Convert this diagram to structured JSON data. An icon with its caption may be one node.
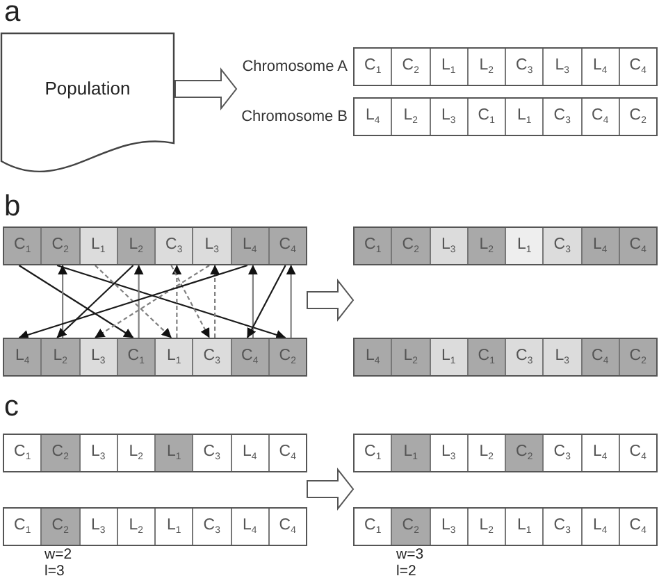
{
  "diagram": {
    "nodes": [
      {
        "text": [
          "Population"
        ]
      },
      {
        "text": [
          "Chromosome A"
        ]
      },
      {
        "text": [
          "C$_{1}$"
        ],
        "in": 1
      },
      {
        "text": [
          "C$_{2}$"
        ],
        "in": 1
      },
      {
        "text": [
          "L$_{1}$"
        ],
        "in": 1
      },
      {
        "text": [
          "L$_{2}$"
        ],
        "in": 1
      },
      {
        "text": [
          "C$_{3}$"
        ],
        "in": 1
      },
      {
        "text": [
          "L$_{3}$"
        ],
        "in": 1
      },
      {
        "text": [
          "L$_{4}$"
        ],
        "in": 1
      },
      {
        "text": [
          "C$_{4}$"
        ],
        "in": 1
      },
      {
        "text": [
          "Chromosome B"
        ]
      },
      {
        "text": [
          "L$_{4}$"
        ],
        "in": 10
      },
      {
        "text": [
          "L$_{2}$"
        ],
        "in": 10
      },
      {
        "text": [
          "L$_{3}$"
        ],
        "in": 10
      },
      {
        "text": [
          "C$_{1}$"
        ],
        "in": 10
      },
      {
        "text": [
          "L$_{1}$"
        ],
        "in": 10
      },
      {
        "text": [
          "C$_{3}$"
        ],
        "in": 10
      },
      {
        "text": [
          "C$_{4}$"
        ],
        "in": 10
      },
      {
        "text": [
          "C$_{2}$"
        ],
        "in": 10
      },
      {
        "text": [],
        "shape": "bar"
      },
      {
        "text": [
          "C$_{1}$"
        ],
        "in": 19
      },
      {
        "text": [
          "C$_{2}$"
        ],
        "in": 19
      },
      {
        "text": [
          "L$_{1}$"
        ],
        "in": 19
      },
      {
        "text": [
          "L$_{2}$"
        ],
        "in": 19
      },
      {
        "text": [
          "C$_{3}$"
        ],
        "in": 19
      },
      {
        "text": [
          "L$_{3}$"
        ],
        "in": 19
      },
      {
        "text": [
          "L$_{4}$"
        ],
        "in": 19
      },
      {
        "text": [
          "C$_{4}$"
        ],
        "in": 19
      },
      {
        "text": [],
        "shape": "bar"
      },
      {
        "text": [
          "C$_{1}$"
        ],
        "in": 28
      },
      {
        "text": [
          "C$_{2}$"
        ],
        "in": 28
      },
      {
        "text": [
          "L$_{3}$"
        ],
        "in": 28
      },
      {
        "text": [
          "L$_{2}$"
        ],
        "in": 28
      },
      {
        "text": [
          "L$_{1}$"
        ],
        "in": 28
      },
      {
        "text": [
          "C$_{3}$"
        ],
        "in": 28
      },
      {
        "text": [
          "L$_{4}$"
        ],
        "in": 28
      },
      {
        "text": [
          "C$_{4}$"
        ],
        "in": 28
      },
      {
        "text": [],
        "shape": "bar"
      },
      {
        "text": [
          "L$_{4}$"
        ],
        "in": 37
      },
      {
        "text": [
          "L$_{2}$"
        ],
        "in": 37
      },
      {
        "text": [
          "L$_{3}$"
        ],
        "in": 37
      },
      {
        "text": [
          "C$_{1}$"
        ],
        "in": 37
      },
      {
        "text": [
          "L$_{1}$"
        ],
        "in": 37
      },
      {
        "text": [
          "C$_{3}$"
        ],
        "in": 37
      },
      {
        "text": [
          "C$_{4}$"
        ],
        "in": 37
      },
      {
        "text": [
          "C$_{2}$"
        ],
        "in": 37
      },
      {
        "text": [],
        "shape": "bar"
      },
      {
        "text": [
          "L$_{4}$"
        ],
        "in": 46
      },
      {
        "text": [
          "L$_{2}$"
        ],
        "in": 46
      },
      {
        "text": [
          "L$_{1}$"
        ],
        "in": 46
      },
      {
        "text": [
          "C$_{1}$"
        ],
        "in": 46
      },
      {
        "text": [
          "C$_{3}$"
        ],
        "in": 46
      },
      {
        "text": [
          "L$_{3}$"
        ],
        "in": 46
      },
      {
        "text": [
          "C$_{4}$"
        ],
        "in": 46
      },
      {
        "text": [
          "C$_{2}$"
        ],
        "in": 46
      },
      {
        "text": [],
        "shape": "bar"
      },
      {
        "text": [
          "C$_{1}$"
        ],
        "in": 55
      },
      {
        "text": [
          "C$_{2}$"
        ],
        "in": 55
      },
      {
        "text": [
          "L$_{3}$"
        ],
        "in": 55
      },
      {
        "text": [
          "L$_{2}$"
        ],
        "in": 55
      },
      {
        "text": [
          "L$_{1}$"
        ],
        "in": 55
      },
      {
        "text": [
          "C$_{3}$"
        ],
        "in": 55
      },
      {
        "text": [
          "L$_{4}$"
        ],
        "in": 55
      },
      {
        "text": [
          "C$_{4}$"
        ],
        "in": 55
      },
      {
        "text": [],
        "shape": "bar"
      },
      {
        "text": [
          "C$_{1}$"
        ],
        "in": 64
      },
      {
        "text": [
          "L$_{1}$"
        ],
        "in": 64
      },
      {
        "text": [
          "L$_{3}$"
        ],
        "in": 64
      },
      {
        "text": [
          "L$_{2}$"
        ],
        "in": 64
      },
      {
        "text": [
          "C$_{2}$"
        ],
        "in": 64
      },
      {
        "text": [
          "C$_{3}$"
        ],
        "in": 64
      },
      {
        "text": [
          "L$_{4}$"
        ],
        "in": 64
      },
      {
        "text": [
          "C$_{4}$"
        ],
        "in": 64
      },
      {
        "text": [],
        "shape": "bar"
      },
      {
        "text": [
          "C$_{1}$"
        ],
        "in": 73
      },
      {
        "text": [
          "C$_{2}$"
        ],
        "in": 73
      },
      {
        "text": [
          "L$_{3}$"
        ],
        "in": 73
      },
      {
        "text": [
          "L$_{2}$"
        ],
        "in": 73
      },
      {
        "text": [
          "L$_{1}$"
        ],
        "in": 73
      },
      {
        "text": [
          "C$_{3}$"
        ],
        "in": 73
      },
      {
        "text": [
          "L$_{4}$"
        ],
        "in": 73
      },
      {
        "text": [
          "C$_{4}$"
        ],
        "in": 73
      },
      {
        "text": [],
        "shape": "bar"
      },
      {
        "text": [
          "C$_{1}$"
        ],
        "in": 82
      },
      {
        "text": [
          "C$_{2}$"
        ],
        "in": 82
      },
      {
        "text": [
          "L$_{3}$"
        ],
        "in": 82
      },
      {
        "text": [
          "L$_{2}$"
        ],
        "in": 82
      },
      {
        "text": [
          "L$_{1}$"
        ],
        "in": 82
      },
      {
        "text": [
          "C$_{3}$"
        ],
        "in": 82
      },
      {
        "text": [
          "L$_{4}$"
        ],
        "in": 82
      },
      {
        "text": [
          "C$_{4}$"
        ],
        "in": 82
      }
    ],
    "edges": [
      {
        "from": 0,
        "to": 1,
        "arrow": "to"
      },
      {
        "from": 20,
        "to": 41,
        "arrow": "to",
        "color": "#1a1a1a"
      },
      {
        "from": 39,
        "to": 21,
        "arrow": "to"
      },
      {
        "from": 21,
        "to": 45,
        "arrow": "to",
        "color": "#1a1a1a"
      },
      {
        "from": 22,
        "to": 42,
        "arrow": "to",
        "style": "dashed"
      },
      {
        "from": 41,
        "to": 23,
        "arrow": "to"
      },
      {
        "from": 23,
        "to": 39,
        "arrow": "to",
        "color": "#1a1a1a"
      },
      {
        "from": 42,
        "to": 24,
        "arrow": "to",
        "style": "dashed"
      },
      {
        "from": 24,
        "to": 43,
        "arrow": "to",
        "style": "dashed"
      },
      {
        "from": 25,
        "to": 40,
        "arrow": "to",
        "style": "dashed"
      },
      {
        "from": 43,
        "to": 25,
        "arrow": "to",
        "style": "dashed"
      },
      {
        "from": 26,
        "to": 38,
        "arrow": "to",
        "color": "#1a1a1a"
      },
      {
        "from": 44,
        "to": 26,
        "arrow": "to"
      },
      {
        "from": 27,
        "to": 44,
        "arrow": "to",
        "color": "#1a1a1a"
      },
      {
        "from": 45,
        "to": 27,
        "arrow": "to"
      },
      {
        "from": 19,
        "to": 28,
        "arrow": "to"
      },
      {
        "from": 55,
        "to": 64,
        "arrow": "to"
      }
    ],
    "labels": [
      "a",
      "b",
      "c",
      "w=2",
      "l=3",
      "w=3",
      "l=2"
    ]
  }
}
